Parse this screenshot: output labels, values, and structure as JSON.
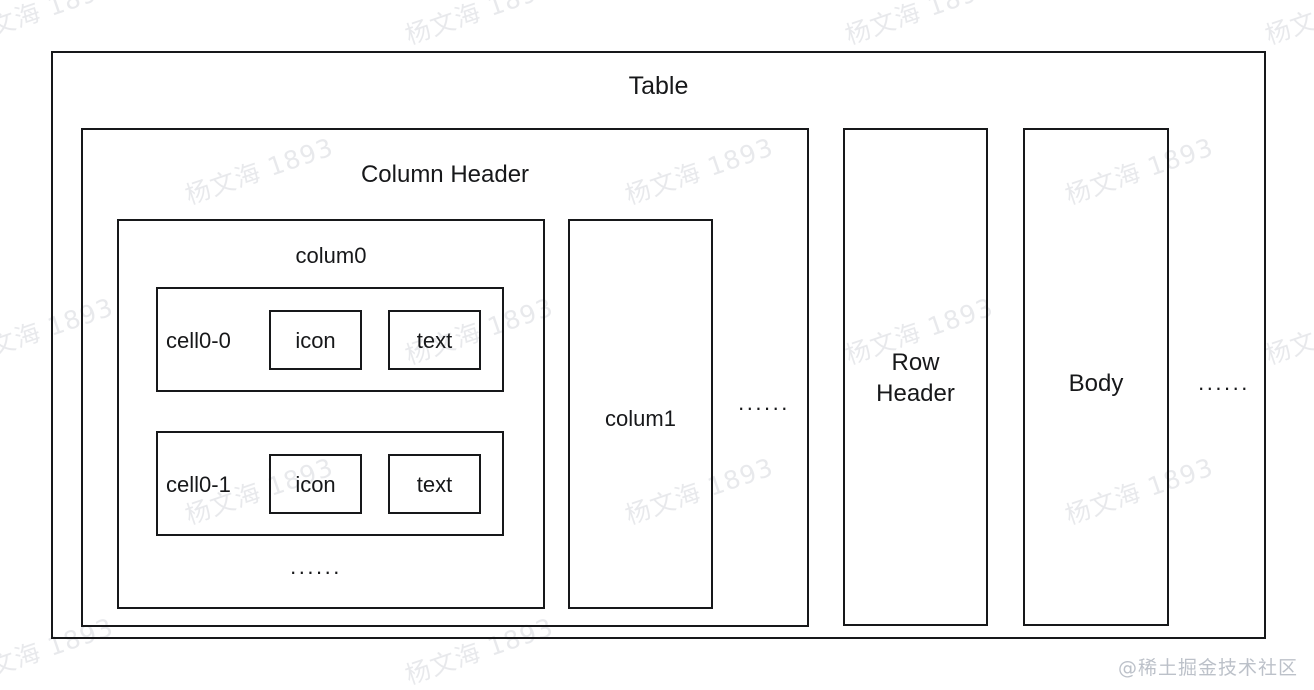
{
  "diagram": {
    "type": "nested-box-diagram",
    "title": "Table",
    "watermark": {
      "tile_text": "杨文海 1893",
      "corner_text": "@稀土掘金技术社区",
      "angle_deg": -19,
      "color": "#9aa0ad"
    },
    "colors": {
      "stroke": "#17181a",
      "background": "#ffffff",
      "text": "#17181a"
    },
    "boxes": {
      "table": {
        "label": "Table"
      },
      "column_header": {
        "label": "Column Header"
      },
      "colum0": {
        "label": "colum0"
      },
      "colum1": {
        "label": "colum1"
      },
      "row_header": {
        "label": "Row\nHeader"
      },
      "body": {
        "label": "Body"
      }
    },
    "cells": [
      {
        "label": "cell0-0",
        "parts": [
          {
            "label": "icon"
          },
          {
            "label": "text"
          }
        ]
      },
      {
        "label": "cell0-1",
        "parts": [
          {
            "label": "icon"
          },
          {
            "label": "text"
          }
        ]
      }
    ],
    "ellipses": {
      "colum0_more": "......",
      "columns_more": "......",
      "body_more": "......"
    }
  }
}
